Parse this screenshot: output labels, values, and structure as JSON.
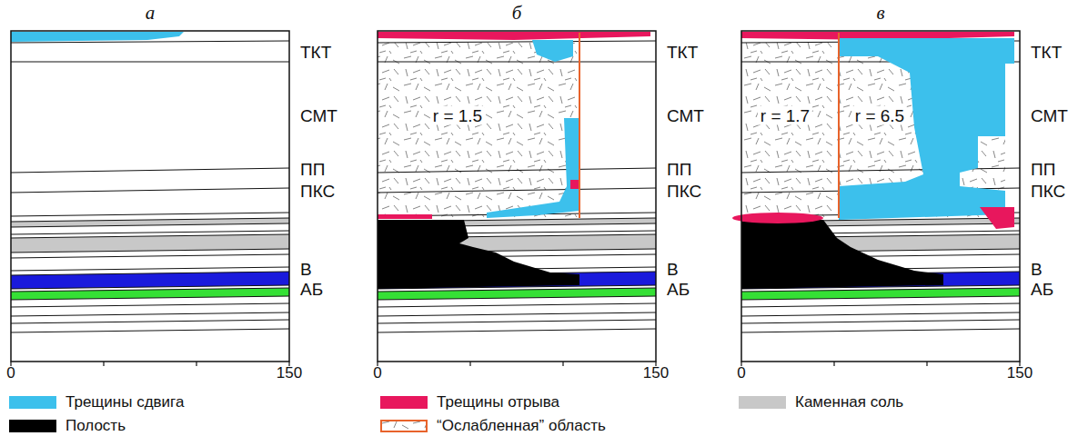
{
  "diagram": {
    "labels": [
      "а",
      "ТКТ",
      "СМТ",
      "ПП",
      "ПКС",
      "В",
      "АБ",
      "0",
      "150",
      "б",
      "r = 1.5",
      "ТКТ",
      "СМТ",
      "ПП",
      "ПКС",
      "В",
      "АБ",
      "0",
      "150",
      "в",
      "r = 1.7",
      "r = 6.5",
      "ТКТ",
      "СМТ",
      "ПП",
      "ПКС",
      "В",
      "АБ",
      "0",
      "150"
    ],
    "legend": [
      {
        "text": "Трещины сдвига",
        "color": "#3cc0ec"
      },
      {
        "text": "Трещины отрыва",
        "color": "#e8175d"
      },
      {
        "text": "Каменная соль",
        "color": "#c8c8c8"
      },
      {
        "text": "Полость",
        "color": "#000000"
      },
      {
        "text": "“Ослабленная” область"
      }
    ]
  }
}
